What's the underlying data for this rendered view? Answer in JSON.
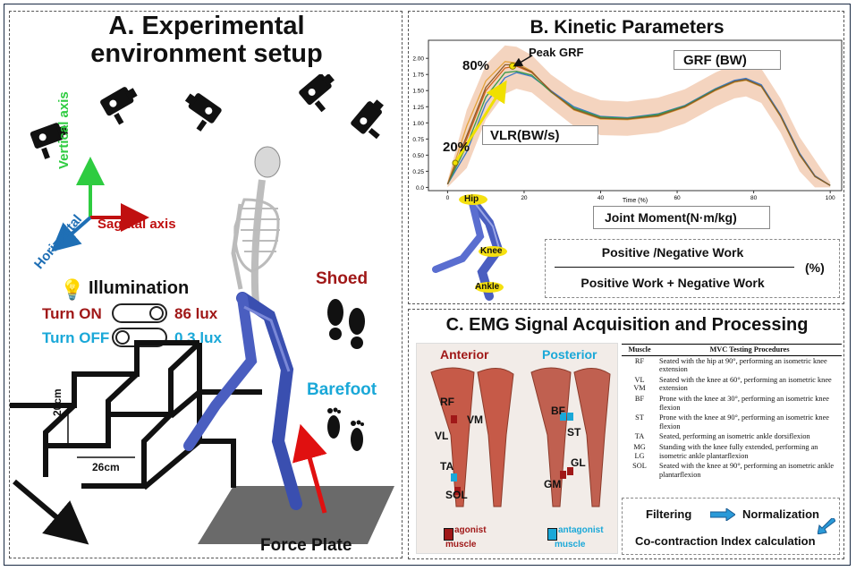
{
  "panel_a": {
    "title_line1": "A. Experimental",
    "title_line2": "environment setup",
    "axis_vertical": "Vertical axis",
    "axis_horizontal": "Horizontal",
    "axis_sagittal": "Sagittal axis",
    "illumination_label": "Illumination",
    "turn_on_label": "Turn ON",
    "turn_on_value": "86 lux",
    "turn_off_label": "Turn OFF",
    "turn_off_value": "0.3 lux",
    "shoed_label": "Shoed",
    "barefoot_label": "Barefoot",
    "step_height": "20cm",
    "step_depth": "26cm",
    "force_plate_label": "Force Plate",
    "colors": {
      "red": "#a01818",
      "blue": "#1aa8d8",
      "green": "#2ecc40",
      "sagittal": "#c01010",
      "horizontal": "#1f6fb5"
    }
  },
  "panel_b": {
    "title": "B. Kinetic Parameters",
    "peak_label": "Peak GRF",
    "pct80": "80%",
    "pct20": "20%",
    "grf_box": "GRF (BW)",
    "vlr_box": "VLR(BW/s)",
    "joint_moment_box": "Joint Moment(N·m/kg)",
    "joint_hip": "Hip",
    "joint_knee": "Knee",
    "joint_ankle": "Ankle",
    "formula_numerator": "Positive /Negative Work",
    "formula_denominator": "Positive Work + Negative Work",
    "formula_unit": "(%)"
  },
  "chart_data": {
    "type": "line",
    "title": "",
    "xlabel": "Time (%)",
    "ylabel": "",
    "xlim": [
      -5,
      103
    ],
    "ylim": [
      -0.05,
      2.28
    ],
    "xticks": [
      "0",
      "20",
      "40",
      "60",
      "80",
      "100"
    ],
    "yticks": [
      "0.0",
      "0.25",
      "0.50",
      "0.75",
      "1.00",
      "1.25",
      "1.50",
      "1.75",
      "2.00"
    ],
    "series": [
      {
        "x": [
          0,
          5,
          10,
          15,
          18,
          22,
          27,
          33,
          40,
          47,
          55,
          62,
          70,
          75,
          78,
          82,
          87,
          92,
          96,
          100
        ],
        "values": [
          0.05,
          0.75,
          1.5,
          1.85,
          1.88,
          1.78,
          1.5,
          1.22,
          1.08,
          1.06,
          1.12,
          1.25,
          1.52,
          1.65,
          1.68,
          1.58,
          1.12,
          0.52,
          0.18,
          0.03
        ],
        "color": "#d0621a"
      },
      {
        "x": [
          0,
          5,
          10,
          15,
          18,
          22,
          27,
          33,
          40,
          47,
          55,
          62,
          70,
          75,
          78,
          82,
          87,
          92,
          96,
          100
        ],
        "values": [
          0.05,
          0.95,
          1.65,
          1.95,
          1.93,
          1.8,
          1.48,
          1.2,
          1.06,
          1.05,
          1.1,
          1.24,
          1.5,
          1.63,
          1.66,
          1.56,
          1.1,
          0.5,
          0.17,
          0.03
        ],
        "color": "#e3a23a"
      },
      {
        "x": [
          0,
          5,
          10,
          15,
          18,
          22,
          27,
          33,
          40,
          47,
          55,
          62,
          70,
          75,
          78,
          82,
          87,
          92,
          96,
          100
        ],
        "values": [
          0.05,
          0.55,
          1.3,
          1.7,
          1.78,
          1.72,
          1.5,
          1.25,
          1.1,
          1.08,
          1.14,
          1.27,
          1.53,
          1.66,
          1.69,
          1.59,
          1.13,
          0.53,
          0.18,
          0.03
        ],
        "color": "#3a78c8"
      },
      {
        "x": [
          0,
          5,
          10,
          15,
          18,
          22,
          27,
          33,
          40,
          47,
          55,
          62,
          70,
          75,
          78,
          82,
          87,
          92,
          96,
          100
        ],
        "values": [
          0.05,
          0.65,
          1.4,
          1.78,
          1.8,
          1.74,
          1.48,
          1.23,
          1.09,
          1.07,
          1.13,
          1.26,
          1.52,
          1.64,
          1.67,
          1.57,
          1.11,
          0.51,
          0.17,
          0.03
        ],
        "color": "#3a9a4a"
      },
      {
        "x": [
          0,
          5,
          10,
          15,
          18,
          22,
          27,
          33,
          40,
          47,
          55,
          62,
          70,
          75,
          78,
          82,
          87,
          92,
          96,
          100
        ],
        "values": [
          0.05,
          0.8,
          1.55,
          1.9,
          1.9,
          1.79,
          1.49,
          1.21,
          1.07,
          1.06,
          1.11,
          1.25,
          1.51,
          1.64,
          1.67,
          1.57,
          1.11,
          0.51,
          0.17,
          0.03
        ],
        "color": "#8a5a2a"
      }
    ],
    "band": {
      "upper_offset": 0.25,
      "color": "#e7a070"
    },
    "grid": false,
    "peak_point": {
      "x": 17,
      "y": 1.88
    },
    "vlr_start": {
      "x": 2,
      "y": 0.38
    },
    "vlr_end": {
      "x": 14,
      "y": 1.52
    }
  },
  "panel_c": {
    "title": "C. EMG Signal Acquisition and Processing",
    "anterior_label": "Anterior",
    "posterior_label": "Posterior",
    "muscle_rf": "RF",
    "muscle_vm": "VM",
    "muscle_vl": "VL",
    "muscle_ta": "TA",
    "muscle_sol": "SOL",
    "muscle_bf": "BF",
    "muscle_st": "ST",
    "muscle_gl": "GL",
    "muscle_gm": "GM",
    "legend_agonist_l1": "agonist",
    "legend_agonist_l2": "muscle",
    "legend_antagonist_l1": "antagonist",
    "legend_antagonist_l2": "muscle",
    "table": {
      "header_muscle": "Muscle",
      "header_proc": "MVC Testing Procedures",
      "rows": [
        {
          "muscle": "RF",
          "proc": "Seated with the hip at 90°, performing an isometric knee extension"
        },
        {
          "muscle": "VL\nVM",
          "proc": "Seated with the knee at 60°, performing an isometric knee extension"
        },
        {
          "muscle": "BF",
          "proc": "Prone with the knee at 30°, performing an isometric knee flexion"
        },
        {
          "muscle": "ST",
          "proc": "Prone with the knee at 90°, performing an isometric knee flexion"
        },
        {
          "muscle": "TA",
          "proc": "Seated, performing an isometric ankle dorsiflexion"
        },
        {
          "muscle": "MG\nLG",
          "proc": "Standing with the knee fully extended, performing an isometric ankle plantarflexion"
        },
        {
          "muscle": "SOL",
          "proc": "Seated with the knee at 90°, performing an isometric ankle plantarflexion"
        }
      ]
    },
    "filtering_label": "Filtering",
    "normalization_label": "Normalization",
    "cci_label": "Co-contraction Index calculation"
  }
}
